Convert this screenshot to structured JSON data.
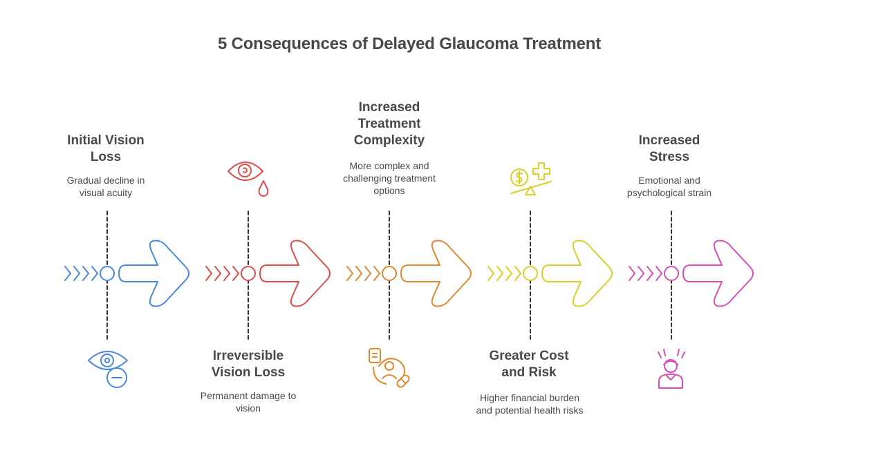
{
  "title": "5 Consequences of Delayed Glaucoma Treatment",
  "steps": [
    {
      "heading": "Initial Vision Loss",
      "description": "Gradual decline in visual acuity",
      "color": "#4A86E0",
      "icon": "eye-minus-icon",
      "text_position": "top"
    },
    {
      "heading": "Irreversible Vision Loss",
      "description": "Permanent damage to vision",
      "color": "#E04B4B",
      "icon": "eye-tear-icon",
      "text_position": "bottom"
    },
    {
      "heading": "Increased Treatment Complexity",
      "description": "More complex and challenging treatment options",
      "color": "#E3872E",
      "icon": "patient-medication-icon",
      "text_position": "top"
    },
    {
      "heading": "Greater Cost and Risk",
      "description": "Higher financial burden and potential health risks",
      "color": "#D9CF25",
      "icon": "cost-health-balance-icon",
      "text_position": "bottom"
    },
    {
      "heading": "Increased Stress",
      "description": "Emotional and psychological strain",
      "color": "#DB4DB4",
      "icon": "stressed-person-icon",
      "text_position": "top"
    }
  ]
}
